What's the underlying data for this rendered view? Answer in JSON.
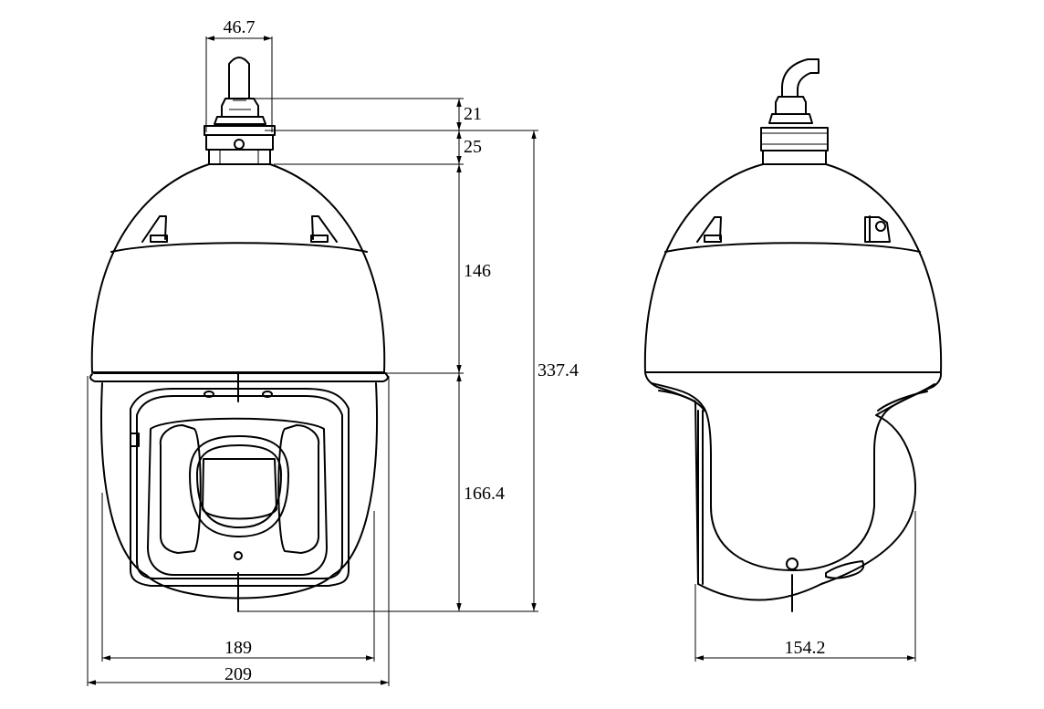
{
  "dimensions": {
    "mount_width": "46.7",
    "mount_top_height": "21",
    "mount_base_height": "25",
    "upper_dome_height": "146",
    "lower_body_height": "166.4",
    "total_height": "337.4",
    "inner_width": "189",
    "outer_width": "209",
    "side_depth": "154.2"
  }
}
